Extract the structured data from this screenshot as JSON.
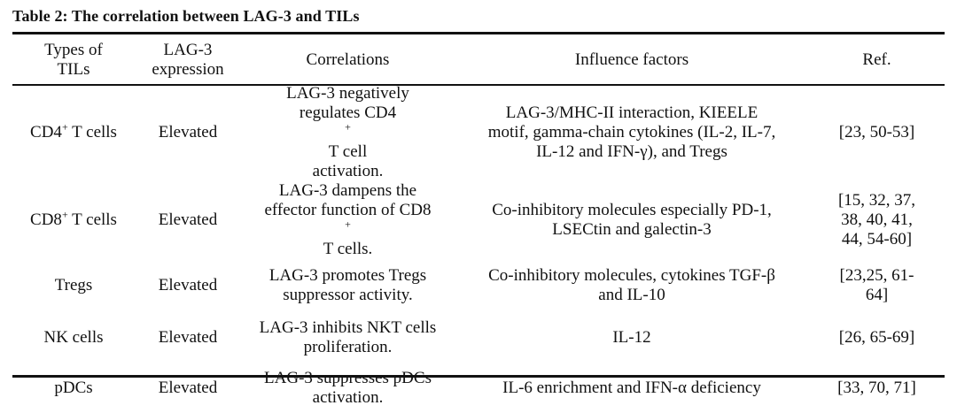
{
  "caption": "Table 2: The correlation between LAG-3 and TILs",
  "columns": [
    {
      "line1": "Types of",
      "line2": "TILs"
    },
    {
      "line1": "LAG-3",
      "line2": "expression"
    },
    {
      "line1": "Correlations",
      "line2": ""
    },
    {
      "line1": "Influence factors",
      "line2": ""
    },
    {
      "line1": "Ref.",
      "line2": ""
    }
  ],
  "rows": [
    {
      "type": {
        "main": "CD4",
        "sup": "+",
        "rest": " T cells"
      },
      "expression": "Elevated",
      "correlation": {
        "l1": "LAG-3 negatively",
        "l2a": "regulates CD4",
        "l2sup": "+",
        "l2b": " T cell",
        "l3": "activation."
      },
      "factors": [
        "LAG-3/MHC-II interaction, KIEELE",
        "motif, gamma-chain cytokines (IL-2, IL-7,",
        "IL-12 and IFN-γ), and Tregs"
      ],
      "ref": [
        "[23, 50-53]"
      ]
    },
    {
      "type": {
        "main": "CD8",
        "sup": "+",
        "rest": " T cells"
      },
      "expression": "Elevated",
      "correlation": {
        "l1": "LAG-3 dampens the",
        "l2a": "effector function of CD8",
        "l2sup": "+",
        "l2b": "",
        "l3": "T cells."
      },
      "factors": [
        "Co-inhibitory molecules especially PD-1,",
        "LSECtin and galectin-3"
      ],
      "ref": [
        "[15, 32, 37,",
        "38, 40, 41,",
        "44, 54-60]"
      ]
    },
    {
      "type": {
        "main": "Tregs",
        "sup": "",
        "rest": ""
      },
      "expression": "Elevated",
      "correlation": {
        "l1": "LAG-3 promotes Tregs",
        "l2a": "suppressor activity.",
        "l2sup": "",
        "l2b": "",
        "l3": ""
      },
      "factors": [
        "Co-inhibitory molecules, cytokines TGF-β",
        "and IL-10"
      ],
      "ref": [
        "[23,25, 61-",
        "64]"
      ]
    },
    {
      "type": {
        "main": "NK cells",
        "sup": "",
        "rest": ""
      },
      "expression": "Elevated",
      "correlation": {
        "l1": "LAG-3 inhibits NKT cells",
        "l2a": "proliferation.",
        "l2sup": "",
        "l2b": "",
        "l3": ""
      },
      "factors": [
        "IL-12"
      ],
      "ref": [
        "[26, 65-69]"
      ]
    },
    {
      "type": {
        "main": "pDCs",
        "sup": "",
        "rest": ""
      },
      "expression": "Elevated",
      "correlation": {
        "l1": "LAG-3 suppresses pDCs",
        "l2a": "activation.",
        "l2sup": "",
        "l2b": "",
        "l3": ""
      },
      "factors": [
        "IL-6 enrichment and IFN-α deficiency"
      ],
      "ref": [
        "[33, 70, 71]"
      ]
    }
  ]
}
